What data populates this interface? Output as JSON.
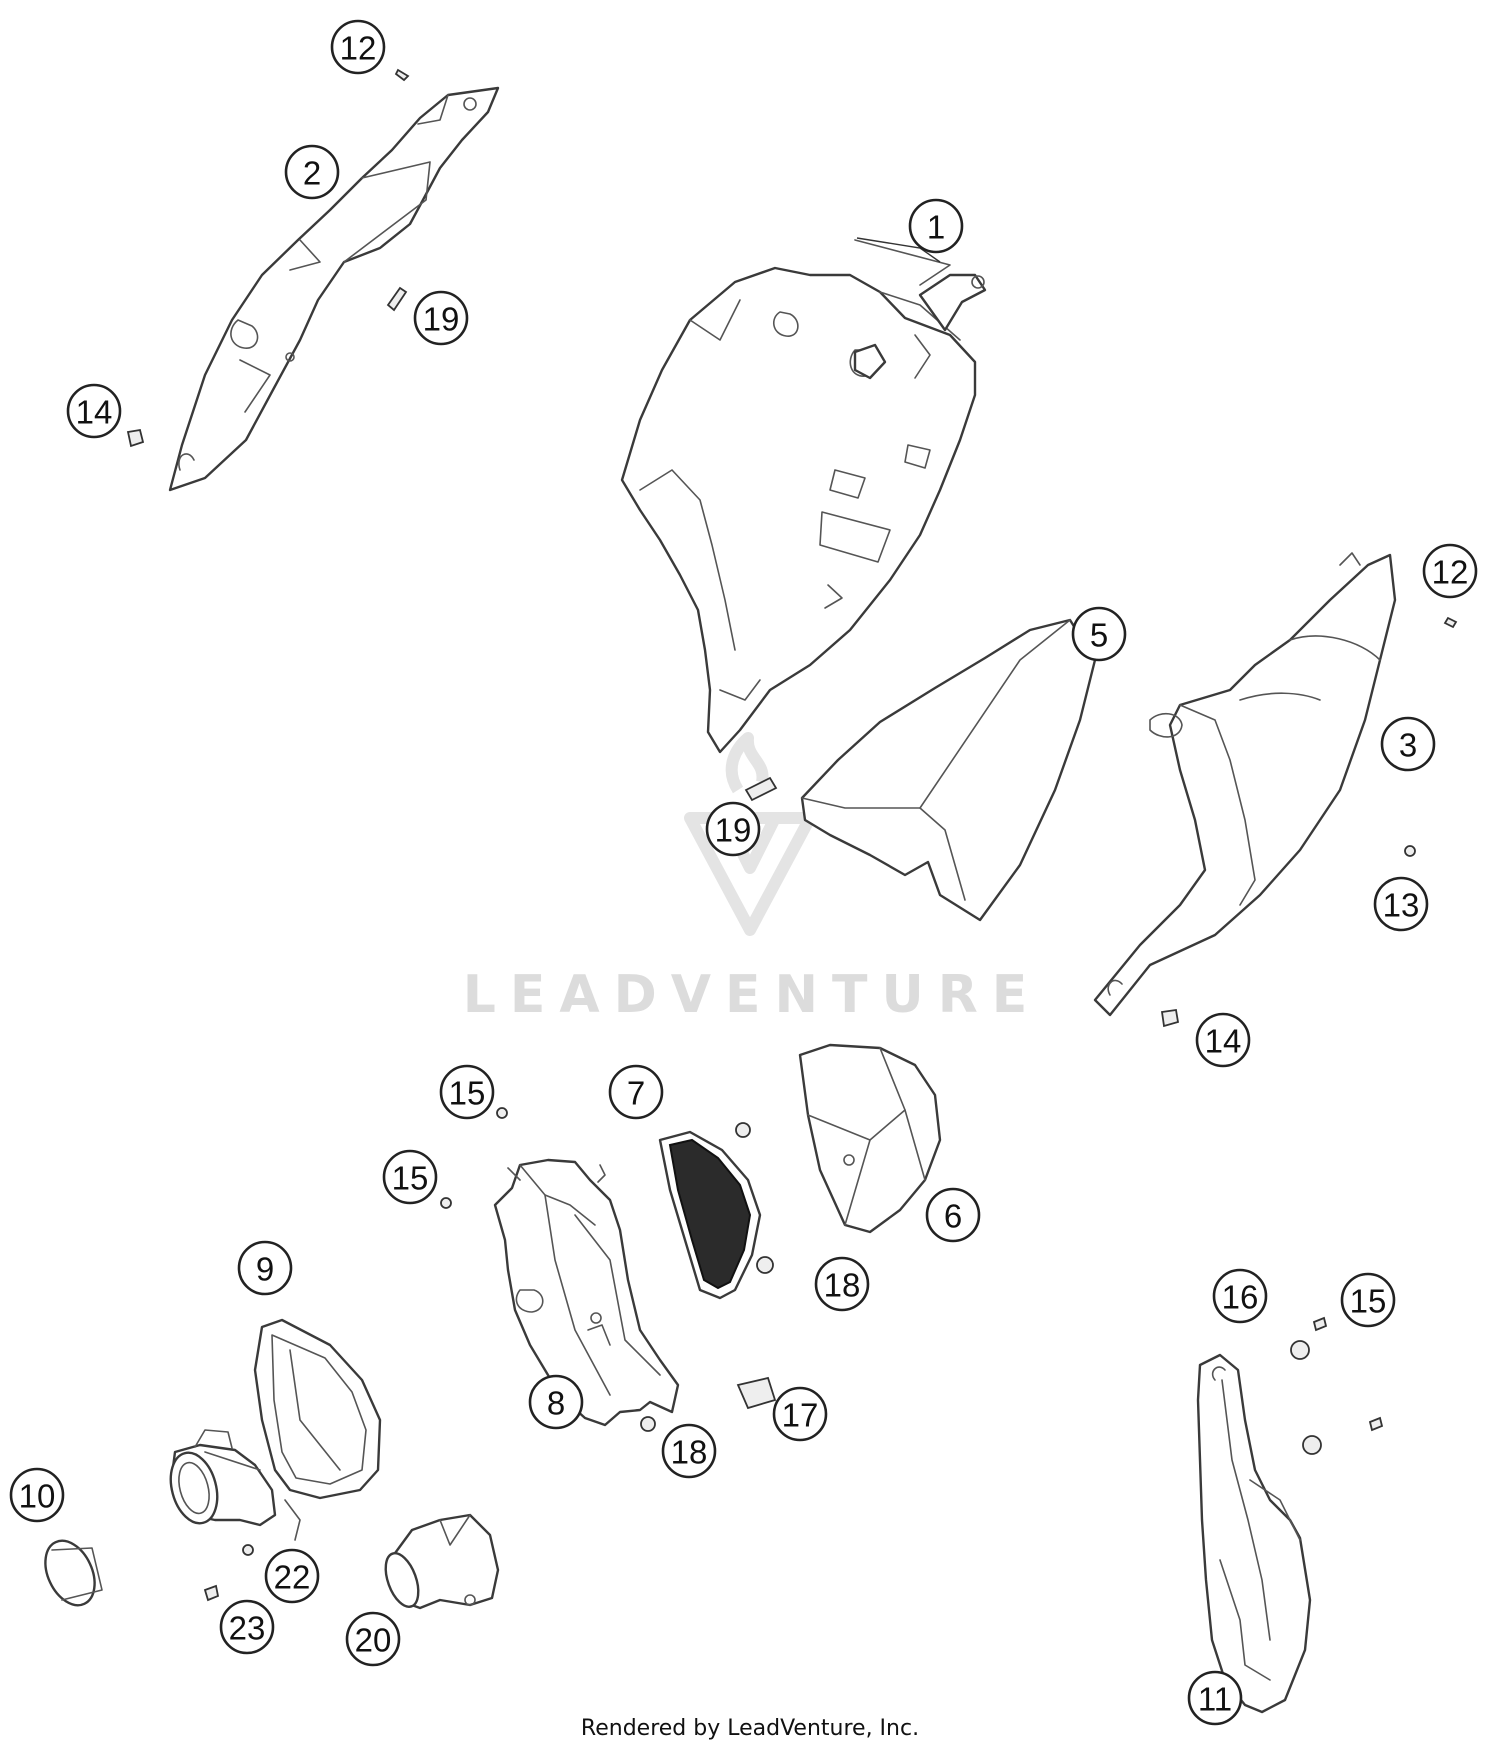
{
  "watermark": {
    "text": "LEADVENTURE"
  },
  "footer": {
    "text": "Rendered by LeadVenture, Inc."
  },
  "callouts": [
    {
      "id": "c-12a",
      "label": "12"
    },
    {
      "id": "c-2",
      "label": "2"
    },
    {
      "id": "c-19a",
      "label": "19"
    },
    {
      "id": "c-14a",
      "label": "14"
    },
    {
      "id": "c-1",
      "label": "1"
    },
    {
      "id": "c-5",
      "label": "5"
    },
    {
      "id": "c-12b",
      "label": "12"
    },
    {
      "id": "c-3",
      "label": "3"
    },
    {
      "id": "c-19b",
      "label": "19"
    },
    {
      "id": "c-13",
      "label": "13"
    },
    {
      "id": "c-14b",
      "label": "14"
    },
    {
      "id": "c-15a",
      "label": "15"
    },
    {
      "id": "c-7",
      "label": "7"
    },
    {
      "id": "c-15b",
      "label": "15"
    },
    {
      "id": "c-6",
      "label": "6"
    },
    {
      "id": "c-9",
      "label": "9"
    },
    {
      "id": "c-18a",
      "label": "18"
    },
    {
      "id": "c-16",
      "label": "16"
    },
    {
      "id": "c-15c",
      "label": "15"
    },
    {
      "id": "c-8",
      "label": "8"
    },
    {
      "id": "c-17",
      "label": "17"
    },
    {
      "id": "c-18b",
      "label": "18"
    },
    {
      "id": "c-10",
      "label": "10"
    },
    {
      "id": "c-22",
      "label": "22"
    },
    {
      "id": "c-23",
      "label": "23"
    },
    {
      "id": "c-20",
      "label": "20"
    },
    {
      "id": "c-11",
      "label": "11"
    }
  ]
}
